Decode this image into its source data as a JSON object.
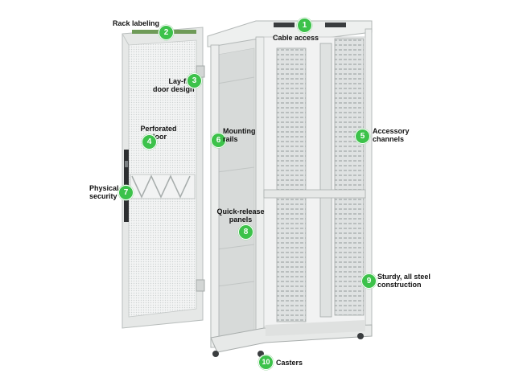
{
  "accent_color": "#3cc24a",
  "frame_color": "#e9ebea",
  "callouts": [
    {
      "id": 1,
      "number": "1",
      "line1": "Cable access",
      "line2": ""
    },
    {
      "id": 2,
      "number": "2",
      "line1": "Rack labeling",
      "line2": ""
    },
    {
      "id": 3,
      "number": "3",
      "line1": "Lay-flat",
      "line2": "door design"
    },
    {
      "id": 4,
      "number": "4",
      "line1": "Perforated",
      "line2": "door"
    },
    {
      "id": 5,
      "number": "5",
      "line1": "Accessory",
      "line2": "channels"
    },
    {
      "id": 6,
      "number": "6",
      "line1": "Mounting",
      "line2": "rails"
    },
    {
      "id": 7,
      "number": "7",
      "line1": "Physical",
      "line2": "security"
    },
    {
      "id": 8,
      "number": "8",
      "line1": "Quick-release",
      "line2": "panels"
    },
    {
      "id": 9,
      "number": "9",
      "line1": "Sturdy, all steel",
      "line2": "construction"
    },
    {
      "id": 10,
      "number": "10",
      "line1": "Casters",
      "line2": ""
    }
  ]
}
